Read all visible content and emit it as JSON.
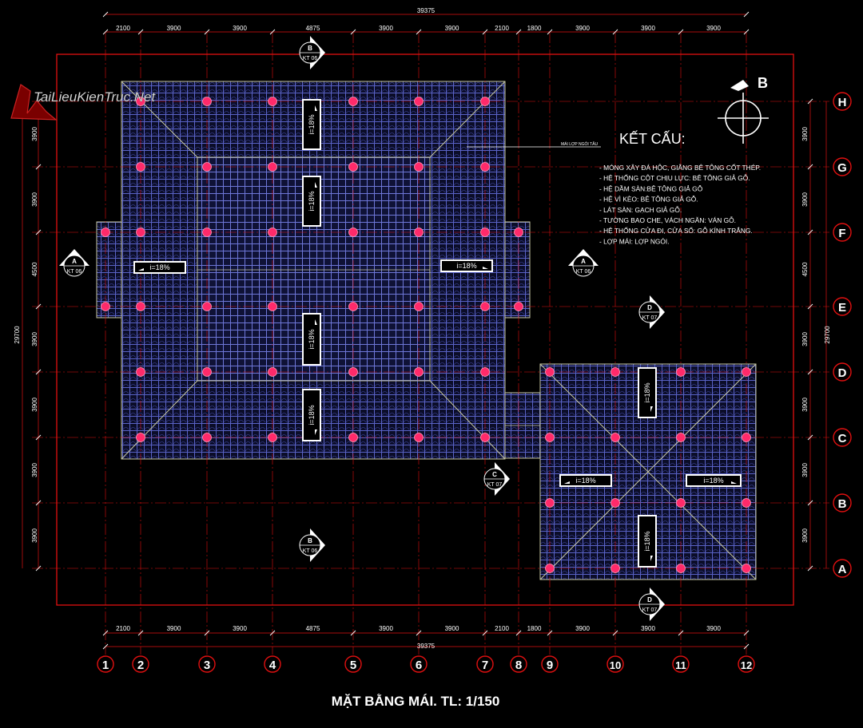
{
  "watermark": "TaiLieuKienTruc.Net",
  "title": "MẶT BẰNG MÁI. TL: 1/150",
  "north_letter": "B",
  "notes": {
    "heading": "KẾT CẤU:",
    "items": [
      "- MÓNG XÂY ĐÁ HỘC, GIẰNG BÊ TÔNG CỐT THÉP.",
      "- HỆ THỐNG CỘT CHỊU LỰC: BÊ TÔNG GIẢ GỖ.",
      "- HỆ DẦM SÀN:BÊ TÔNG GIẢ GỖ",
      "- HỆ VÌ KÈO:  BÊ TÔNG GIẢ GỖ.",
      "- LÁT SÀN: GẠCH GIẢ GỖ.",
      "- TƯỜNG BAO CHE, VÁCH NGĂN: VÁN GỖ.",
      "- HỆ THỐNG CỬA ĐI, CỬA SỔ: GỖ KÍNH TRẮNG.",
      "- LỢP MÁI: LỢP NGÓI."
    ],
    "leader_label": "MÁI LỢP NGÓI TÂU"
  },
  "axes_x": [
    "1",
    "2",
    "3",
    "4",
    "5",
    "6",
    "7",
    "8",
    "9",
    "10",
    "11",
    "12"
  ],
  "axes_y": [
    "H",
    "G",
    "F",
    "E",
    "D",
    "C",
    "B",
    "A"
  ],
  "dims_top_total": "39375",
  "dims_bottom_total": "39375",
  "dims_x": [
    "2100",
    "3900",
    "3900",
    "4875",
    "3900",
    "3900",
    "2100",
    "1800",
    "3900",
    "3900",
    "3900"
  ],
  "dims_y_total": "29700",
  "dims_y": [
    "3900",
    "3900",
    "4500",
    "3900",
    "3900",
    "3900",
    "3900"
  ],
  "slope_label": "i=18%",
  "section_marks": [
    {
      "letter": "B",
      "ref": "KT 06"
    },
    {
      "letter": "A",
      "ref": "KT 06"
    },
    {
      "letter": "A",
      "ref": "KT 06"
    },
    {
      "letter": "D",
      "ref": "KT 07"
    },
    {
      "letter": "C",
      "ref": "KT 07"
    },
    {
      "letter": "B",
      "ref": "KT 06"
    },
    {
      "letter": "D",
      "ref": "KT 07"
    }
  ],
  "colors": {
    "frame": "#e01010",
    "grid": "#e01010",
    "tile": "#5a63c8",
    "text": "#ffffff",
    "dim": "#ffff66",
    "column": "#ff2a6a"
  }
}
